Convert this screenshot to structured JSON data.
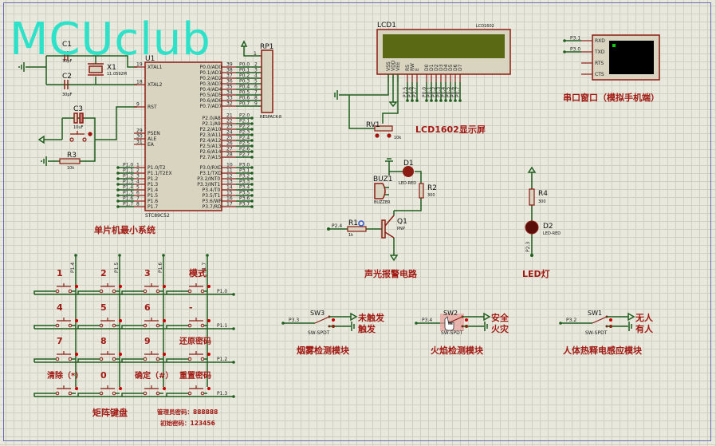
{
  "watermark": "MCUclub",
  "colors": {
    "wire": "#1f5e1f",
    "component": "#8b1c14",
    "label": "#a11a14",
    "chip_fill": "#d8d4c0",
    "logo": "#2de2c8",
    "lcd_screen": "#5a6a14",
    "terminal_screen": "#000000"
  },
  "mcu": {
    "ref": "U1",
    "part": "STC89C52",
    "section_label": "单片机最小系统",
    "left_pins": [
      {
        "num": "19",
        "name": "XTAL1"
      },
      {
        "num": "18",
        "name": "XTAL2"
      },
      {
        "num": "9",
        "name": "RST"
      },
      {
        "num": "29",
        "name": "PSEN"
      },
      {
        "num": "30",
        "name": "ALE"
      },
      {
        "num": "31",
        "name": "EA"
      },
      {
        "num": "1",
        "name": "P1.0/T2",
        "net": "P1.0"
      },
      {
        "num": "2",
        "name": "P1.1/T2EX",
        "net": "P1.1"
      },
      {
        "num": "3",
        "name": "P1.2",
        "net": "P1.2"
      },
      {
        "num": "4",
        "name": "P1.3",
        "net": "P1.3"
      },
      {
        "num": "5",
        "name": "P1.4",
        "net": "P1.4"
      },
      {
        "num": "6",
        "name": "P1.5",
        "net": "P1.5"
      },
      {
        "num": "7",
        "name": "P1.6",
        "net": "P1.6"
      },
      {
        "num": "8",
        "name": "P1.7",
        "net": "P1.7"
      }
    ],
    "p0_pins": [
      {
        "num": "39",
        "name": "P0.0/AD0",
        "net": "P0.0",
        "rp": "2"
      },
      {
        "num": "38",
        "name": "P0.1/AD1",
        "net": "P0.1",
        "rp": "3"
      },
      {
        "num": "37",
        "name": "P0.2/AD2",
        "net": "P0.2",
        "rp": "4"
      },
      {
        "num": "36",
        "name": "P0.3/AD3",
        "net": "P0.3",
        "rp": "5"
      },
      {
        "num": "35",
        "name": "P0.4/AD4",
        "net": "P0.4",
        "rp": "6"
      },
      {
        "num": "34",
        "name": "P0.5/AD5",
        "net": "P0.5",
        "rp": "7"
      },
      {
        "num": "33",
        "name": "P0.6/AD6",
        "net": "P0.6",
        "rp": "8"
      },
      {
        "num": "32",
        "name": "P0.7/AD7",
        "net": "P0.7",
        "rp": "9"
      }
    ],
    "p2_pins": [
      {
        "num": "21",
        "name": "P2.0/A8",
        "net": "P2.0"
      },
      {
        "num": "22",
        "name": "P2.1/A9",
        "net": "P2.1"
      },
      {
        "num": "23",
        "name": "P2.2/A10",
        "net": "P2.2"
      },
      {
        "num": "24",
        "name": "P2.3/A11",
        "net": "P2.3"
      },
      {
        "num": "25",
        "name": "P2.4/A12",
        "net": "P2.4"
      },
      {
        "num": "26",
        "name": "P2.5/A13",
        "net": "P2.5"
      },
      {
        "num": "27",
        "name": "P2.6/A14",
        "net": "P2.6"
      },
      {
        "num": "28",
        "name": "P2.7/A15",
        "net": "P2.7"
      }
    ],
    "p3_pins": [
      {
        "num": "10",
        "name": "P3.0/RXD",
        "net": "P3.0"
      },
      {
        "num": "11",
        "name": "P3.1/TXD",
        "net": "P3.1"
      },
      {
        "num": "12",
        "name": "P3.2/INT0",
        "net": "P3.2"
      },
      {
        "num": "13",
        "name": "P3.3/INT1",
        "net": "P3.3"
      },
      {
        "num": "14",
        "name": "P3.4/T0",
        "net": "P3.4"
      },
      {
        "num": "15",
        "name": "P3.5/T1",
        "net": "P3.5"
      },
      {
        "num": "16",
        "name": "P3.6/WR",
        "net": "P3.6"
      },
      {
        "num": "17",
        "name": "P3.7/RD",
        "net": "P3.7"
      }
    ]
  },
  "passives": {
    "c1": {
      "ref": "C1",
      "value": "30pF"
    },
    "c2": {
      "ref": "C2",
      "value": "30pF"
    },
    "c3": {
      "ref": "C3",
      "value": "10uF"
    },
    "x1": {
      "ref": "X1",
      "value": "11.0592M"
    },
    "r3": {
      "ref": "R3",
      "value": "10k"
    },
    "rp1": {
      "ref": "RP1",
      "part": "RESPACK-8",
      "pin1": "1"
    }
  },
  "lcd": {
    "ref": "LCD1",
    "part": "LCD1602",
    "section_label": "LCD1602显示屏",
    "pins": [
      {
        "name": "VSS",
        "num": "1"
      },
      {
        "name": "VDD",
        "num": "2"
      },
      {
        "name": "VEE",
        "num": "3"
      },
      {
        "name": "RS",
        "num": "4",
        "net": "P2.5"
      },
      {
        "name": "RW",
        "num": "5",
        "net": "P2.6"
      },
      {
        "name": "E",
        "num": "6",
        "net": "P2.7"
      },
      {
        "name": "D0",
        "num": "7",
        "net": "P0.0"
      },
      {
        "name": "D1",
        "num": "8",
        "net": "P0.1"
      },
      {
        "name": "D2",
        "num": "9",
        "net": "P0.2"
      },
      {
        "name": "D3",
        "num": "10",
        "net": "P0.3"
      },
      {
        "name": "D4",
        "num": "11",
        "net": "P0.4"
      },
      {
        "name": "D5",
        "num": "12",
        "net": "P0.5"
      },
      {
        "name": "D6",
        "num": "13",
        "net": "P0.6"
      },
      {
        "name": "D7",
        "num": "14",
        "net": "P0.7"
      }
    ],
    "rv1": {
      "ref": "RV1",
      "value": "10k"
    }
  },
  "serial": {
    "section_label": "串口窗口（模拟手机端）",
    "pins": [
      {
        "name": "RXD",
        "net": "P3.1"
      },
      {
        "name": "TXD",
        "net": "P3.0"
      },
      {
        "name": "RTS",
        "net": ""
      },
      {
        "name": "CTS",
        "net": ""
      }
    ]
  },
  "alarm": {
    "section_label": "声光报警电路",
    "d1": {
      "ref": "D1",
      "part": "LED-RED"
    },
    "buz1": {
      "ref": "BUZ1",
      "part": "BUZZER"
    },
    "r2": {
      "ref": "R2",
      "value": "300"
    },
    "r1": {
      "ref": "R1",
      "value": "1k",
      "net": "P2.4"
    },
    "q1": {
      "ref": "Q1",
      "part": "PNP"
    }
  },
  "led": {
    "section_label": "LED灯",
    "r4": {
      "ref": "R4",
      "value": "300"
    },
    "d2": {
      "ref": "D2",
      "part": "LED-RED",
      "net": "P2.3"
    }
  },
  "keypad": {
    "section_label": "矩阵键盘",
    "admin_password": "管理员密码：888888",
    "initial_password": "初始密码：123456",
    "column_nets": [
      "P1.4",
      "P1.5",
      "P1.6",
      "P1.7"
    ],
    "row_nets": [
      "P1.0",
      "P1.1",
      "P1.2",
      "P1.3"
    ],
    "keys": [
      [
        "1",
        "2",
        "3",
        "模式"
      ],
      [
        "4",
        "5",
        "6",
        "-"
      ],
      [
        "7",
        "8",
        "9",
        "还原密码"
      ],
      [
        "清除（*）",
        "0",
        "确定（#）",
        "重置密码"
      ]
    ]
  },
  "switches": [
    {
      "ref": "SW3",
      "part": "SW-SPDT",
      "net": "P3.3",
      "opt_top": "未触发",
      "opt_bottom": "触发",
      "section_label": "烟雾检测模块"
    },
    {
      "ref": "SW2",
      "part": "SW-SPDT",
      "net": "P3.4",
      "opt_top": "安全",
      "opt_bottom": "火灾",
      "section_label": "火焰检测模块"
    },
    {
      "ref": "SW1",
      "part": "SW-SPDT",
      "net": "P3.2",
      "opt_top": "无人",
      "opt_bottom": "有人",
      "section_label": "人体热释电感应模块"
    }
  ]
}
